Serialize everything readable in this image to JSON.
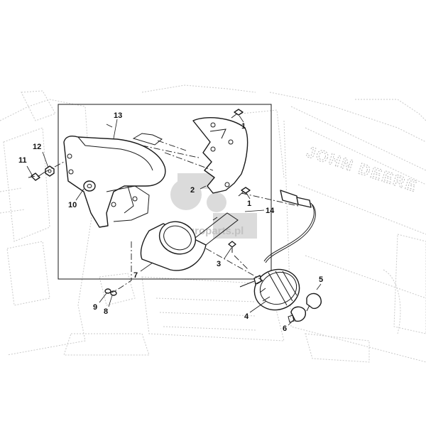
{
  "diagram": {
    "callouts": {
      "c1a": "1",
      "c1b": "1",
      "c2": "2",
      "c3": "3",
      "c4": "4",
      "c5": "5",
      "c6": "6",
      "c7": "7",
      "c8": "8",
      "c9": "9",
      "c10": "10",
      "c11": "11",
      "c12": "12",
      "c13": "13",
      "c14": "14"
    },
    "brand_text": "JOHN DEERE",
    "watermark": {
      "text": "agroparts.pl"
    }
  }
}
